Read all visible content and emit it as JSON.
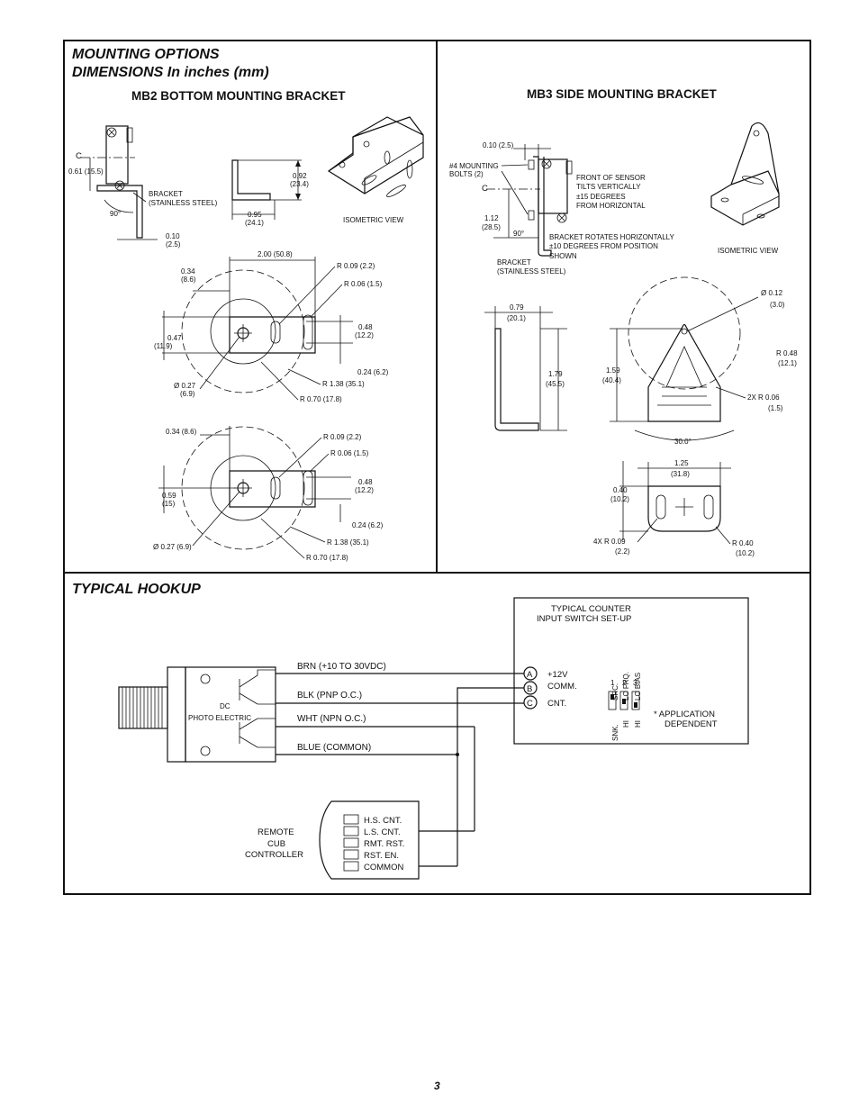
{
  "panels": {
    "mounting": {
      "title_line1": "MOUNTING OPTIONS",
      "title_line2": "DIMENSIONS In inches (mm)"
    },
    "hookup": {
      "title": "TYPICAL HOOKUP"
    }
  },
  "mb2": {
    "header": "MB2 BOTTOM MOUNTING BRACKET",
    "dims": {
      "center_mark": "C",
      "d061": "0.61 (15.5)",
      "bracket_line1": "BRACKET",
      "bracket_line2": "(STAINLESS STEEL)",
      "angle90": "90°",
      "d010_a": "0.10",
      "d010_b": "(2.5)",
      "d092_a": "0.92",
      "d092_b": "(23.4)",
      "d095_a": "0.95",
      "d095_b": "(24.1)",
      "iso": "ISOMETRIC VIEW",
      "d200": "2.00 (50.8)",
      "d034_a": "0.34",
      "d034_b": "(8.6)",
      "r009": "R 0.09 (2.2)",
      "r006": "R 0.06 (1.5)",
      "d048_a": "0.48",
      "d048_b": "(12.2)",
      "d047_a": "0.47",
      "d047_b": "(11.9)",
      "d024": "0.24 (6.2)",
      "dia027_a": "Ø 0.27",
      "dia027_b": "(6.9)",
      "r138": "R 1.38 (35.1)",
      "r070": "R 0.70 (17.8)",
      "d034_full": "0.34 (8.6)",
      "d059_a": "0.59",
      "d059_b": "(15)",
      "dia027_full": "Ø 0.27 (6.9)"
    }
  },
  "mb3": {
    "header": "MB3 SIDE MOUNTING BRACKET",
    "dims": {
      "d010": "0.10 (2.5)",
      "bolts_a": "#4 MOUNTING",
      "bolts_b": "BOLTS (2)",
      "center_mark": "C",
      "tilt_a": "FRONT OF SENSOR",
      "tilt_b": "TILTS VERTICALLY",
      "tilt_c": "±15 DEGREES",
      "tilt_d": "FROM HORIZONTAL",
      "d112_a": "1.12",
      "d112_b": "(28.5)",
      "angle90": "90°",
      "rot_a": "BRACKET ROTATES HORIZONTALLY",
      "rot_b": "±10 DEGREES FROM POSITION",
      "rot_c": "SHOWN",
      "bracket_a": "BRACKET",
      "bracket_b": "(STAINLESS STEEL)",
      "iso": "ISOMETRIC VIEW",
      "d079_a": "0.79",
      "d079_b": "(20.1)",
      "dia012_a": "Ø 0.12",
      "dia012_b": "(3.0)",
      "d179_a": "1.79",
      "d179_b": "(45.5)",
      "d159_a": "1.59",
      "d159_b": "(40.4)",
      "r048_a": "R 0.48",
      "r048_b": "(12.1)",
      "r006_a": "2X R 0.06",
      "r006_b": "(1.5)",
      "angle30": "30.0°",
      "d125_a": "1.25",
      "d125_b": "(31.8)",
      "d040_a": "0.40",
      "d040_b": "(10.2)",
      "r009_a": "4X R 0.09",
      "r009_b": "(2.2)",
      "r040_a": "R 0.40",
      "r040_b": "(10.2)"
    }
  },
  "hookup": {
    "counter_title_a": "TYPICAL COUNTER",
    "counter_title_b": "INPUT SWITCH SET-UP",
    "switch_top": [
      "SRC.",
      "LO FRQ.",
      "LO BIAS"
    ],
    "switch_nums": [
      "1",
      "2",
      "3"
    ],
    "switch_bottom": [
      "SNK.",
      "HI",
      "HI"
    ],
    "app_a": "* APPLICATION",
    "app_b": "DEPENDENT",
    "terminals": [
      {
        "letter": "A",
        "label": "+12V"
      },
      {
        "letter": "B",
        "label": "COMM."
      },
      {
        "letter": "C",
        "label": "CNT."
      }
    ],
    "wires": [
      "BRN (+10 TO 30VDC)",
      "BLK (PNP O.C.)",
      "WHT (NPN O.C.)",
      "BLUE (COMMON)"
    ],
    "sensor_a": "DC",
    "sensor_b": "PHOTO ELECTRIC",
    "remote_a": "REMOTE",
    "remote_b": "CUB",
    "remote_c": "CONTROLLER",
    "remote_inputs": [
      "H.S. CNT.",
      "L.S. CNT.",
      "RMT. RST.",
      "RST. EN.",
      "COMMON"
    ]
  },
  "page_number": "3"
}
